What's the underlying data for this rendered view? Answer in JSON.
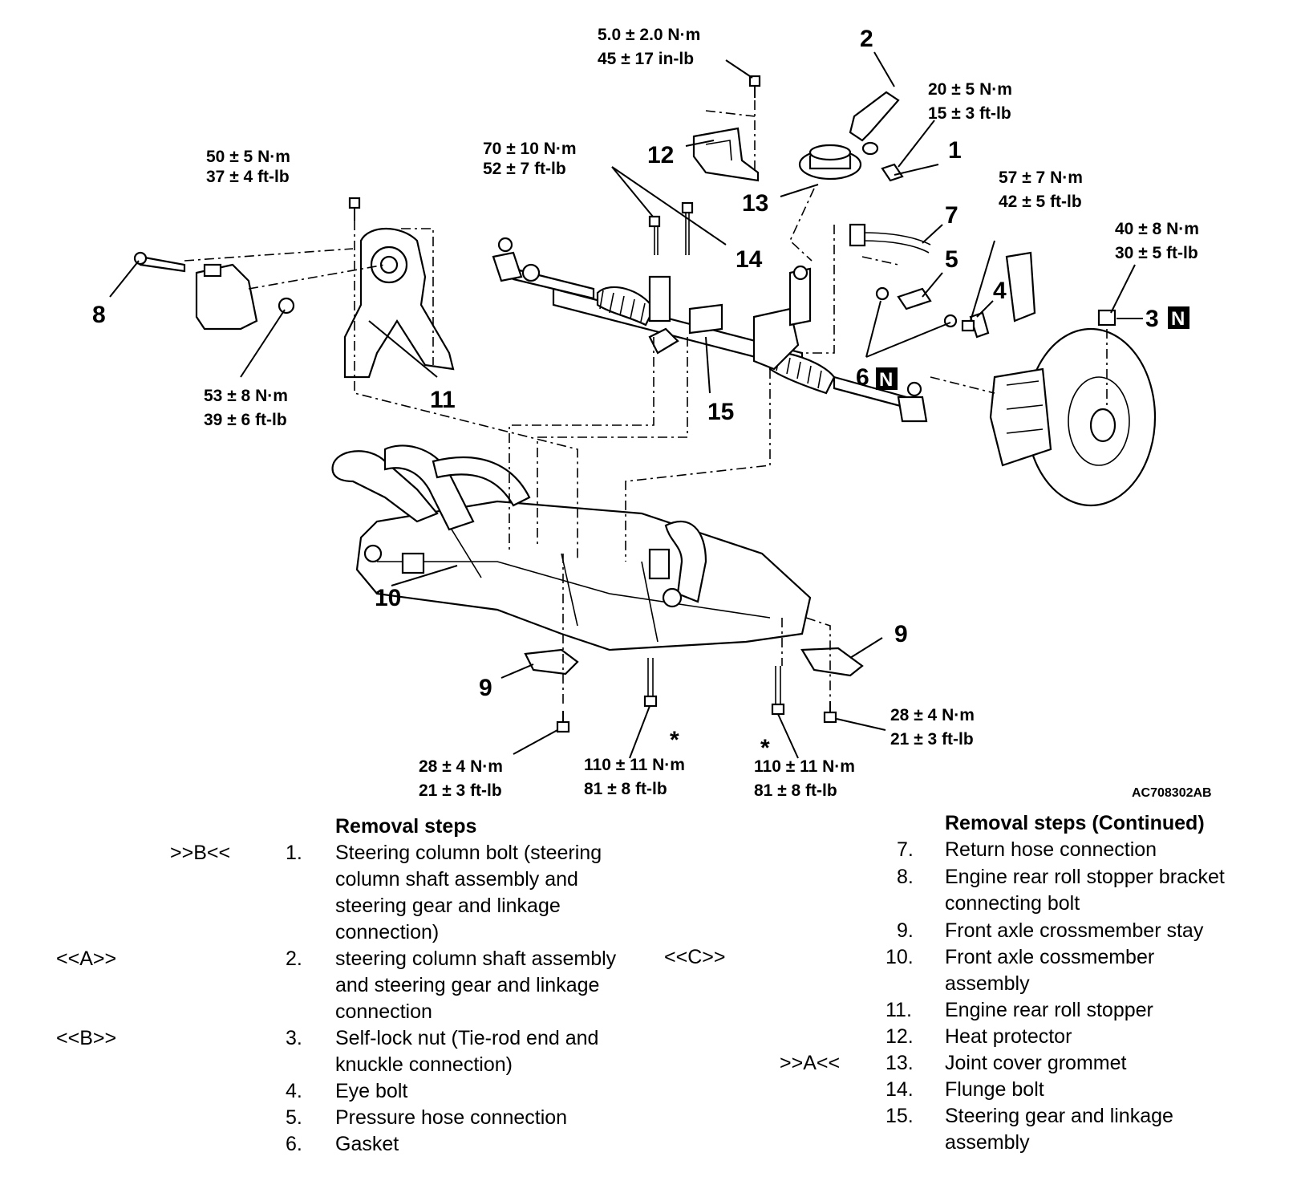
{
  "figure_id": "AC708302AB",
  "callouts": {
    "c1": "1",
    "c2": "2",
    "c3": "3",
    "c4": "4",
    "c5": "5",
    "c6": "6",
    "c7": "7",
    "c8": "8",
    "c9a": "9",
    "c9b": "9",
    "c10": "10",
    "c11": "11",
    "c12": "12",
    "c13": "13",
    "c14": "14",
    "c15": "15",
    "n": "N",
    "star": "*"
  },
  "torques": {
    "t_heat_1": "5.0 ± 2.0 N·m",
    "t_heat_2": "45 ± 17 in-lb",
    "t_col_1": "20 ± 5 N·m",
    "t_col_2": "15 ± 3 ft-lb",
    "t_flange_1": "70 ± 10 N·m",
    "t_flange_2": "52 ± 7 ft-lb",
    "t_stopper_top_1": "50 ± 5 N·m",
    "t_stopper_top_2": "37 ± 4 ft-lb",
    "t_eye_1": "57 ± 7 N·m",
    "t_eye_2": "42 ± 5 ft-lb",
    "t_nut_1": "40 ± 8 N·m",
    "t_nut_2": "30 ± 5 ft-lb",
    "t_stopper_nut_1": "53 ± 8 N·m",
    "t_stopper_nut_2": "39 ± 6 ft-lb",
    "t_stay_r_1": "28 ± 4 N·m",
    "t_stay_r_2": "21 ± 3 ft-lb",
    "t_stay_l_1": "28 ± 4 N·m",
    "t_stay_l_2": "21 ± 3 ft-lb",
    "t_cm_l_1": "110 ± 11 N·m",
    "t_cm_l_2": "81 ± 8 ft-lb",
    "t_cm_r_1": "110 ± 11 N·m",
    "t_cm_r_2": "81 ± 8 ft-lb"
  },
  "removal_steps": {
    "heading": "Removal steps",
    "items": [
      {
        "code": ">>B<<",
        "num": "1.",
        "text": "Steering column bolt (steering column shaft assembly and steering gear and linkage connection)"
      },
      {
        "code": "<<A>>",
        "num": "2.",
        "text": "steering column shaft assembly and steering gear and linkage connection"
      },
      {
        "code": "<<B>>",
        "num": "3.",
        "text": "Self-lock nut (Tie-rod end and knuckle connection)"
      },
      {
        "code": "",
        "num": "4.",
        "text": "Eye bolt"
      },
      {
        "code": "",
        "num": "5.",
        "text": "Pressure hose connection"
      },
      {
        "code": "",
        "num": "6.",
        "text": "Gasket"
      }
    ]
  },
  "removal_steps_continued": {
    "heading": "Removal steps (Continued)",
    "items": [
      {
        "code": "",
        "num": "7.",
        "text": "Return hose connection"
      },
      {
        "code": "",
        "num": "8.",
        "text": "Engine rear roll stopper bracket connecting bolt"
      },
      {
        "code": "",
        "num": "9.",
        "text": "Front axle crossmember stay"
      },
      {
        "code": "<<C>>",
        "num": "10.",
        "text": "Front axle cossmember assembly"
      },
      {
        "code": "",
        "num": "11.",
        "text": "Engine rear roll stopper"
      },
      {
        "code": "",
        "num": "12.",
        "text": "Heat protector"
      },
      {
        "code": ">>A<<",
        "num": "13.",
        "text": "Joint cover grommet"
      },
      {
        "code": "",
        "num": "14.",
        "text": "Flunge bolt"
      },
      {
        "code": "",
        "num": "15.",
        "text": "Steering gear and linkage assembly"
      }
    ]
  }
}
